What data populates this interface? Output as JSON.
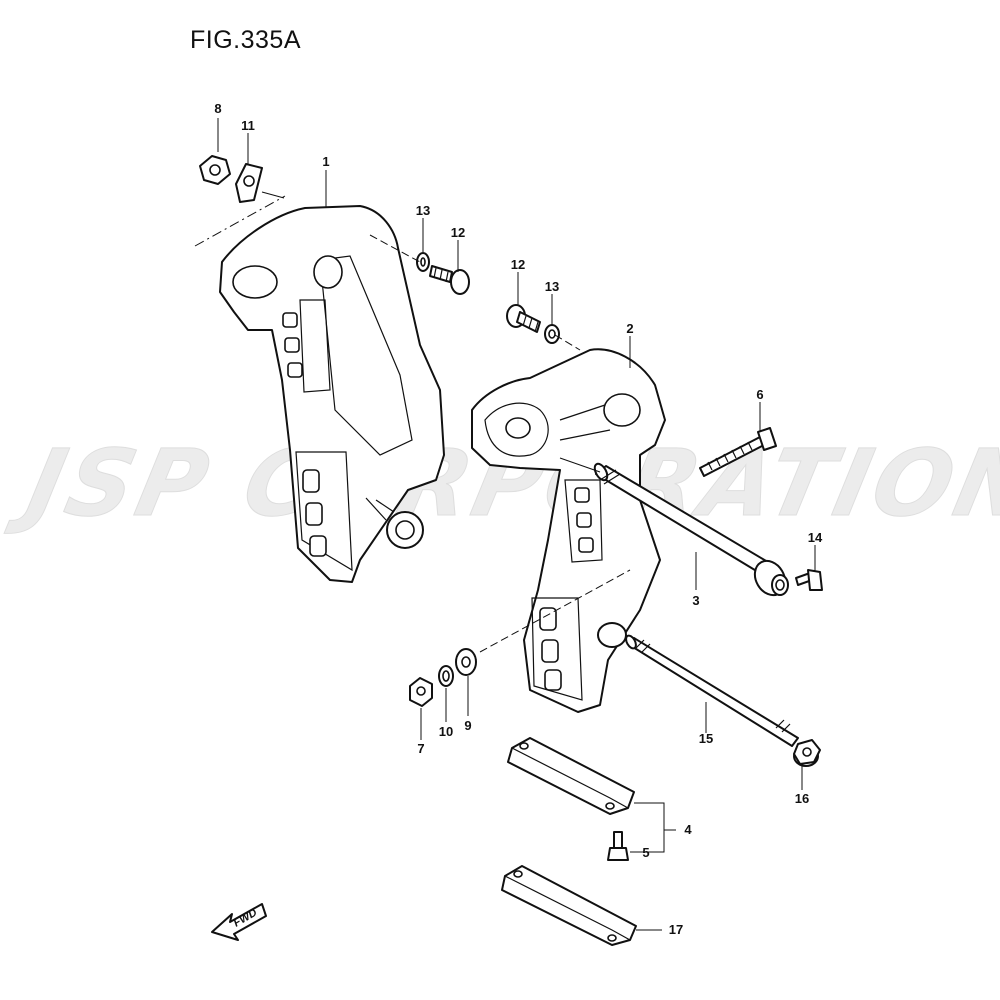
{
  "figure": {
    "title": "FIG.335A",
    "watermark": "JSP CORPORATION",
    "fwd_label": "FWD"
  },
  "callouts": {
    "p1": "1",
    "p2": "2",
    "p3": "3",
    "p4": "4",
    "p5": "5",
    "p6": "6",
    "p7": "7",
    "p8": "8",
    "p9": "9",
    "p10": "10",
    "p11": "11",
    "p12a": "12",
    "p12b": "12",
    "p13a": "13",
    "p13b": "13",
    "p14": "14",
    "p15": "15",
    "p16": "16",
    "p17": "17"
  }
}
